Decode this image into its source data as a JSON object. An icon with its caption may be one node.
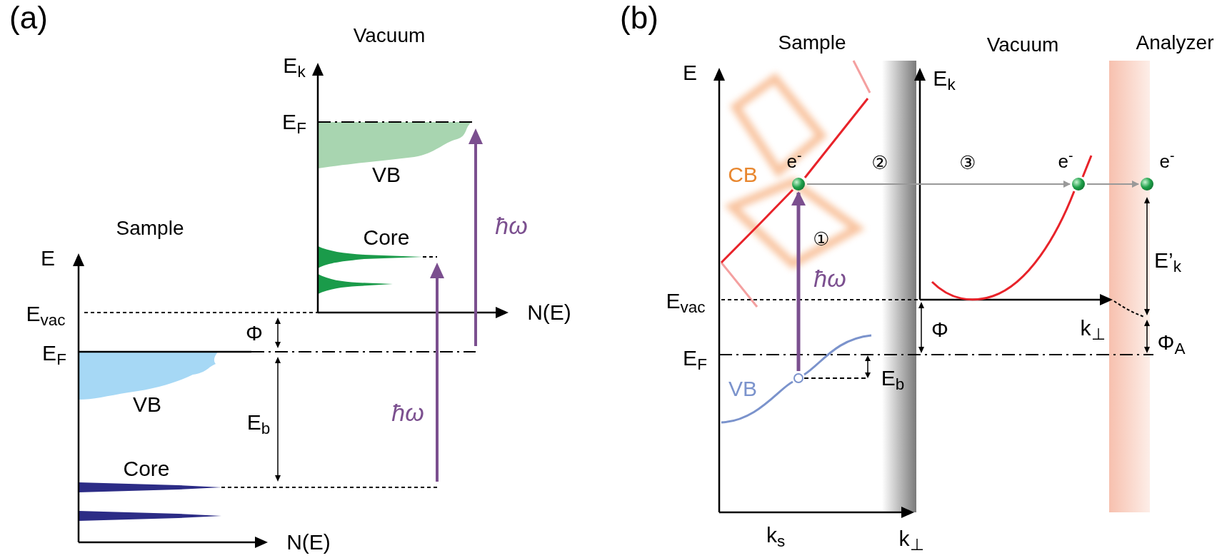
{
  "diagram": {
    "nodes": [
      {
        "text": [],
        "shape": "circle"
      },
      {
        "text": [],
        "shape": "circle",
        "beside": [
          "e$^{-}$"
        ]
      },
      {
        "text": [],
        "shape": "circle",
        "beside": [
          "e$^{-}$"
        ]
      },
      {
        "text": [],
        "shape": "circle",
        "beside": [
          "e$^{-}$"
        ]
      }
    ],
    "edges": [
      {
        "from": 0,
        "to": 1,
        "arrow": "to",
        "style": "thick",
        "color": "#7b4f8f"
      },
      {
        "from": 1,
        "to": 2,
        "arrow": "to"
      },
      {
        "from": 2,
        "to": 3,
        "arrow": "to"
      }
    ],
    "labels": [
      "(a)",
      "Vacuum",
      "E$_{k}$",
      "E$_{F}$",
      "VB",
      "Core",
      "ħω",
      "Sample",
      "E",
      "E$_{vac}$",
      "Φ",
      "E$_{F}$",
      "VB",
      "E$_{b}$",
      "ħω",
      "N(E)",
      "Core",
      "N(E)",
      "(b)",
      "Sample",
      "Vacuum",
      "Analyzer",
      "E",
      "E$_{k}$",
      "②",
      "③",
      "CB",
      "①",
      "E’$_{k}$",
      "ħω",
      "E$_{vac}$",
      "k$_{⊥}$",
      "Φ",
      "Φ$_{A}$",
      "E$_{F}$",
      "E$_{b}$",
      "VB",
      "k$_{s}$",
      "k$_{⊥}$"
    ]
  }
}
